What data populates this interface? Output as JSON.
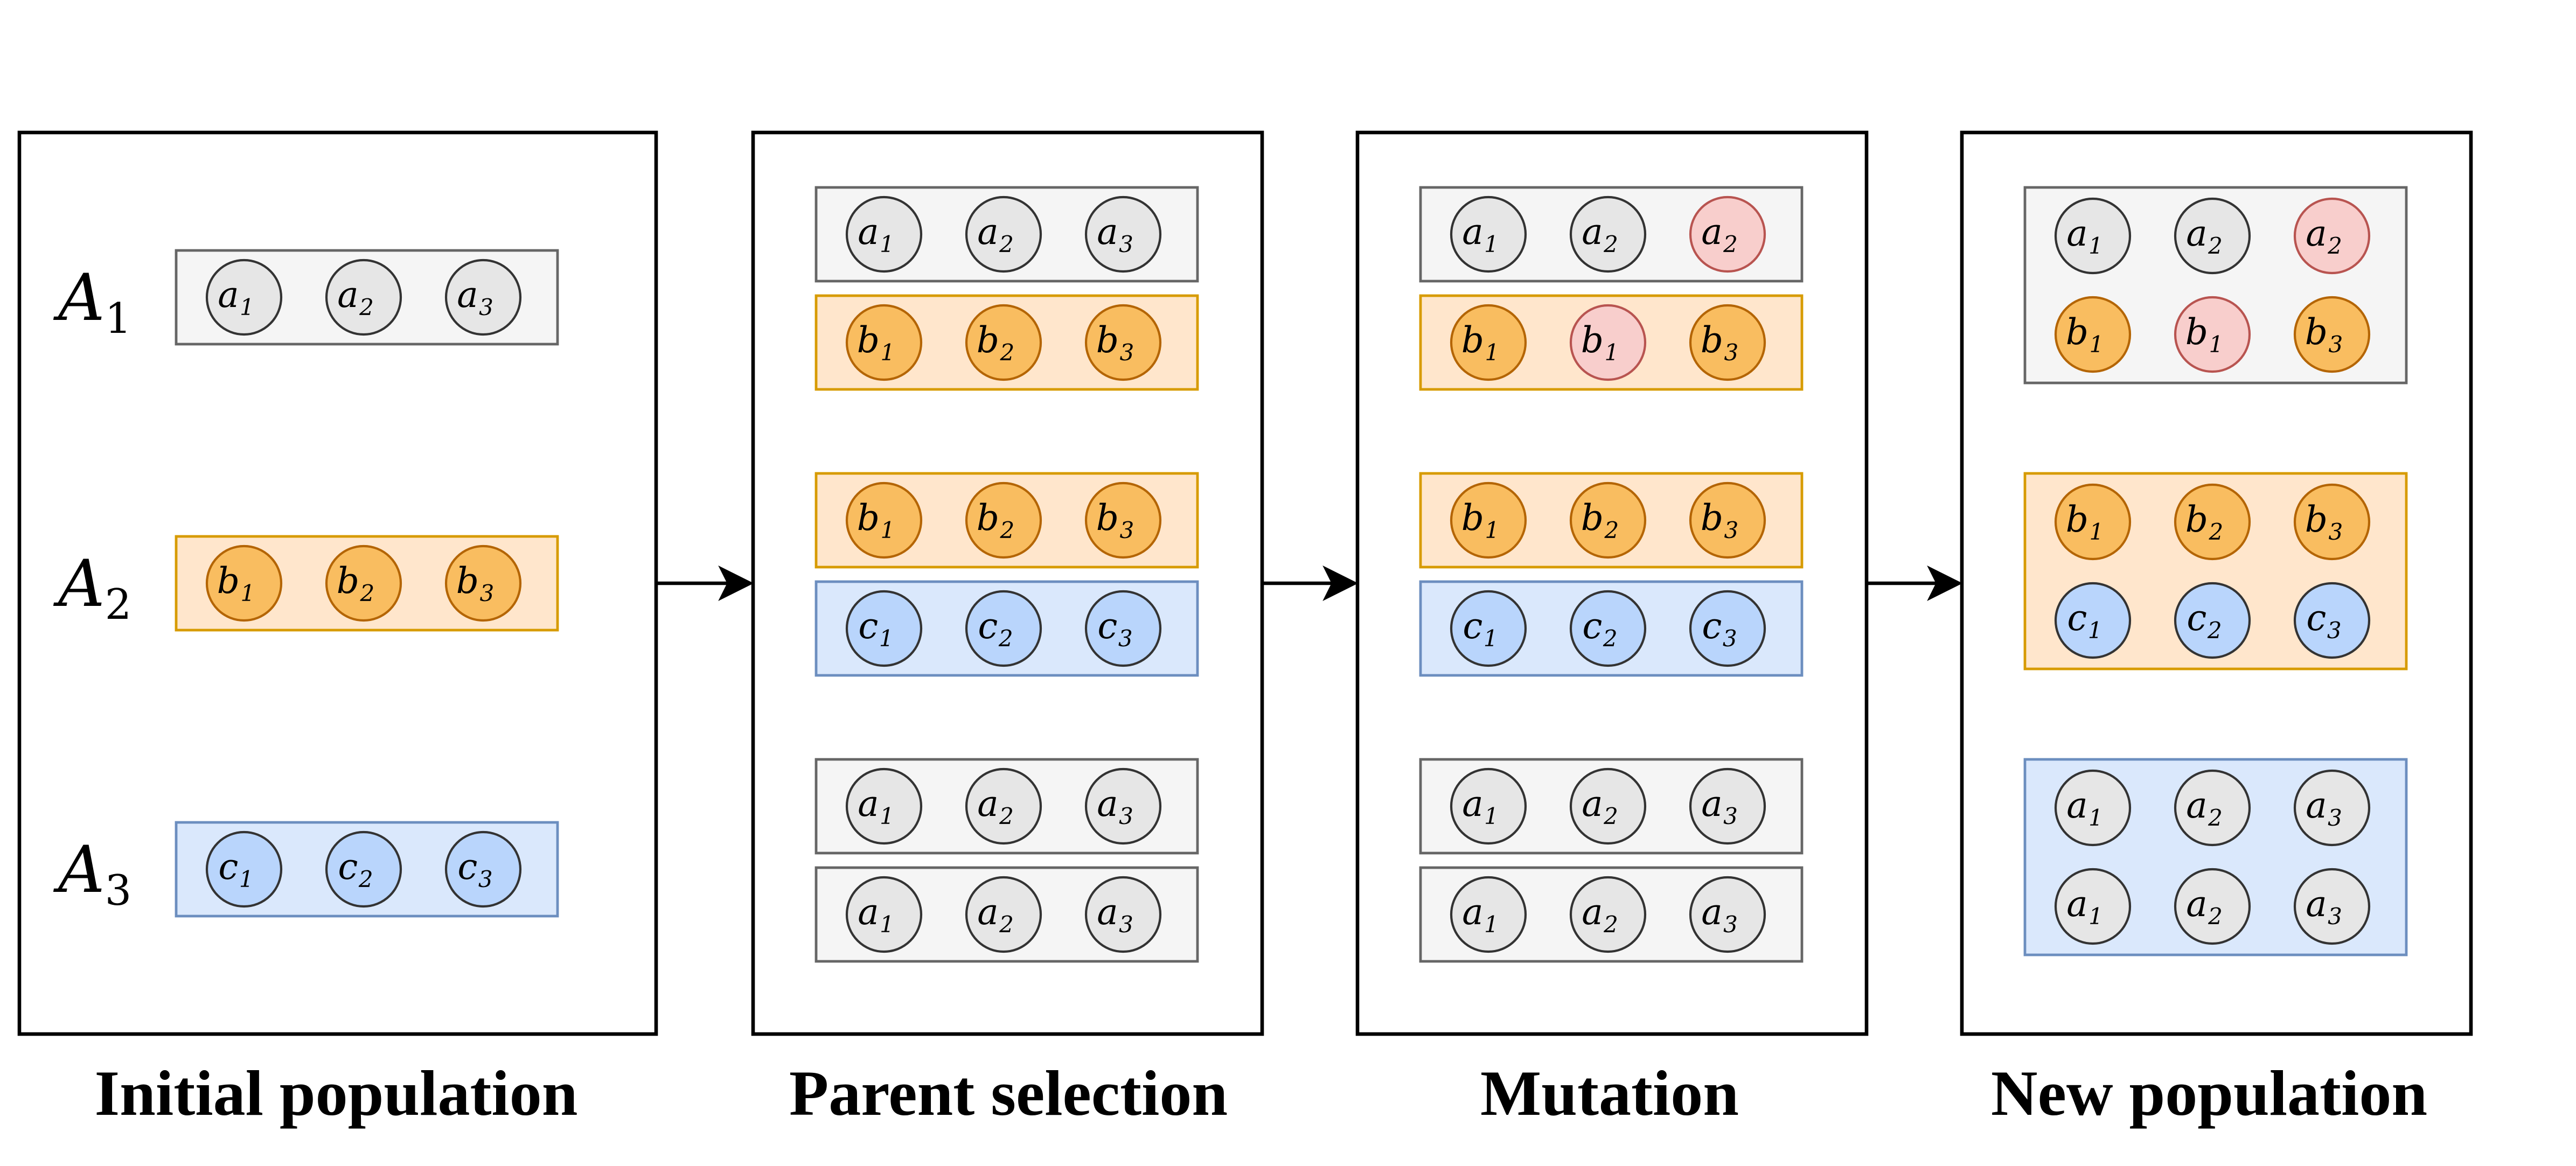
{
  "palette": {
    "grey": {
      "fill": "#f5f5f5",
      "stroke": "#666666",
      "node": "#e6e6e6",
      "nodeStroke": "#333333"
    },
    "orange": {
      "fill": "#ffe6cc",
      "stroke": "#d79b00",
      "node": "#f9bd60",
      "nodeStroke": "#b46504"
    },
    "blue": {
      "fill": "#dae8fc",
      "stroke": "#6c8ebf",
      "node": "#b9d5fc",
      "nodeStroke": "#333333"
    },
    "red": {
      "node": "#f8cecc",
      "nodeStroke": "#b85450"
    }
  },
  "panels": [
    {
      "caption": "Initial population",
      "rows": [
        {
          "label": "A",
          "sub": "1",
          "color": "grey",
          "genes": [
            {
              "l": "a",
              "s": "1"
            },
            {
              "l": "a",
              "s": "2"
            },
            {
              "l": "a",
              "s": "3"
            }
          ]
        },
        {
          "label": "A",
          "sub": "2",
          "color": "orange",
          "genes": [
            {
              "l": "b",
              "s": "1"
            },
            {
              "l": "b",
              "s": "2"
            },
            {
              "l": "b",
              "s": "3"
            }
          ]
        },
        {
          "label": "A",
          "sub": "3",
          "color": "blue",
          "genes": [
            {
              "l": "c",
              "s": "1"
            },
            {
              "l": "c",
              "s": "2"
            },
            {
              "l": "c",
              "s": "3"
            }
          ]
        }
      ]
    },
    {
      "caption": "Parent selection",
      "rows": [
        {
          "color": "grey",
          "genes": [
            {
              "l": "a",
              "s": "1"
            },
            {
              "l": "a",
              "s": "2"
            },
            {
              "l": "a",
              "s": "3"
            }
          ]
        },
        {
          "color": "orange",
          "genes": [
            {
              "l": "b",
              "s": "1"
            },
            {
              "l": "b",
              "s": "2"
            },
            {
              "l": "b",
              "s": "3"
            }
          ]
        },
        {
          "color": "orange",
          "genes": [
            {
              "l": "b",
              "s": "1"
            },
            {
              "l": "b",
              "s": "2"
            },
            {
              "l": "b",
              "s": "3"
            }
          ]
        },
        {
          "color": "blue",
          "genes": [
            {
              "l": "c",
              "s": "1"
            },
            {
              "l": "c",
              "s": "2"
            },
            {
              "l": "c",
              "s": "3"
            }
          ]
        },
        {
          "color": "grey",
          "genes": [
            {
              "l": "a",
              "s": "1"
            },
            {
              "l": "a",
              "s": "2"
            },
            {
              "l": "a",
              "s": "3"
            }
          ]
        },
        {
          "color": "grey",
          "genes": [
            {
              "l": "a",
              "s": "1"
            },
            {
              "l": "a",
              "s": "2"
            },
            {
              "l": "a",
              "s": "3"
            }
          ]
        }
      ]
    },
    {
      "caption": "Mutation",
      "rows": [
        {
          "color": "grey",
          "genes": [
            {
              "l": "a",
              "s": "1"
            },
            {
              "l": "a",
              "s": "2"
            },
            {
              "l": "a",
              "s": "2",
              "mutated": true
            }
          ]
        },
        {
          "color": "orange",
          "genes": [
            {
              "l": "b",
              "s": "1"
            },
            {
              "l": "b",
              "s": "1",
              "mutated": true
            },
            {
              "l": "b",
              "s": "3"
            }
          ]
        },
        {
          "color": "orange",
          "genes": [
            {
              "l": "b",
              "s": "1"
            },
            {
              "l": "b",
              "s": "2"
            },
            {
              "l": "b",
              "s": "3"
            }
          ]
        },
        {
          "color": "blue",
          "genes": [
            {
              "l": "c",
              "s": "1"
            },
            {
              "l": "c",
              "s": "2"
            },
            {
              "l": "c",
              "s": "3"
            }
          ]
        },
        {
          "color": "grey",
          "genes": [
            {
              "l": "a",
              "s": "1"
            },
            {
              "l": "a",
              "s": "2"
            },
            {
              "l": "a",
              "s": "3"
            }
          ]
        },
        {
          "color": "grey",
          "genes": [
            {
              "l": "a",
              "s": "1"
            },
            {
              "l": "a",
              "s": "2"
            },
            {
              "l": "a",
              "s": "3"
            }
          ]
        }
      ]
    },
    {
      "caption": "New population",
      "groups": [
        {
          "color": "grey",
          "rows": [
            {
              "genes": [
                {
                  "l": "a",
                  "s": "1",
                  "color": "grey"
                },
                {
                  "l": "a",
                  "s": "2",
                  "color": "grey"
                },
                {
                  "l": "a",
                  "s": "2",
                  "color": "red"
                }
              ]
            },
            {
              "genes": [
                {
                  "l": "b",
                  "s": "1",
                  "color": "orange"
                },
                {
                  "l": "b",
                  "s": "1",
                  "color": "red"
                },
                {
                  "l": "b",
                  "s": "3",
                  "color": "orange"
                }
              ]
            }
          ]
        },
        {
          "color": "orange",
          "rows": [
            {
              "genes": [
                {
                  "l": "b",
                  "s": "1",
                  "color": "orange"
                },
                {
                  "l": "b",
                  "s": "2",
                  "color": "orange"
                },
                {
                  "l": "b",
                  "s": "3",
                  "color": "orange"
                }
              ]
            },
            {
              "genes": [
                {
                  "l": "c",
                  "s": "1",
                  "color": "blue"
                },
                {
                  "l": "c",
                  "s": "2",
                  "color": "blue"
                },
                {
                  "l": "c",
                  "s": "3",
                  "color": "blue"
                }
              ]
            }
          ]
        },
        {
          "color": "blue",
          "rows": [
            {
              "genes": [
                {
                  "l": "a",
                  "s": "1",
                  "color": "grey"
                },
                {
                  "l": "a",
                  "s": "2",
                  "color": "grey"
                },
                {
                  "l": "a",
                  "s": "3",
                  "color": "grey"
                }
              ]
            },
            {
              "genes": [
                {
                  "l": "a",
                  "s": "1",
                  "color": "grey"
                },
                {
                  "l": "a",
                  "s": "2",
                  "color": "grey"
                },
                {
                  "l": "a",
                  "s": "3",
                  "color": "grey"
                }
              ]
            }
          ]
        }
      ]
    }
  ]
}
